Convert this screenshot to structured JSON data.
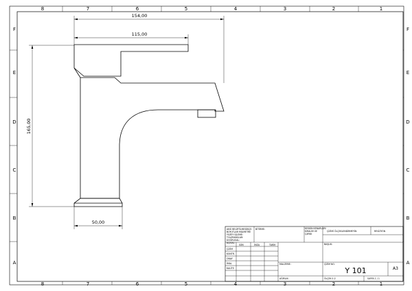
{
  "zones": {
    "columns": [
      "8",
      "7",
      "6",
      "5",
      "4",
      "3",
      "2",
      "1"
    ],
    "rows": [
      "F",
      "E",
      "D",
      "C",
      "B",
      "A"
    ]
  },
  "dimensions": {
    "overall_width": "154,00",
    "handle_width": "115,00",
    "height": "165,00",
    "base_width": "50,00"
  },
  "title_block": {
    "general_notes": [
      "AKSİ BELİRTİLMEDİKÇE:",
      "BOYUTLAR MİLİMETRE",
      "YÜZEY İŞLEME:",
      "TOLERANSLAR:",
      "DOĞRUSAL:",
      "AÇISAL:"
    ],
    "finish": "BİTİRME:",
    "edge_note": [
      "KESKİN KENARLARI",
      "KIRALIM VE",
      "ÇAPAK"
    ],
    "no_scale": "ÇİZİMİ ÖLÇEKLENDİRMEYİN",
    "revision": "REVİZYON",
    "col_name": "İSİM",
    "col_sign": "İMZA",
    "col_date": "TARİH",
    "row_drawn": "ÇİZİM",
    "row_checked": "KONTR.",
    "row_approved": "ONAY",
    "row_mfg": "İMAL",
    "row_quality": "KALİTE",
    "title_label": "BAŞLIK:",
    "material": "MALZEME:",
    "drawing_no_label": "ÇİZİM NO.",
    "drawing_no": "Y 101",
    "sheet_size": "A3",
    "weight": "AĞIRLIK:",
    "scale": "ÖLÇEK:1:2",
    "sheet": "SAYFA 1 / 1"
  }
}
